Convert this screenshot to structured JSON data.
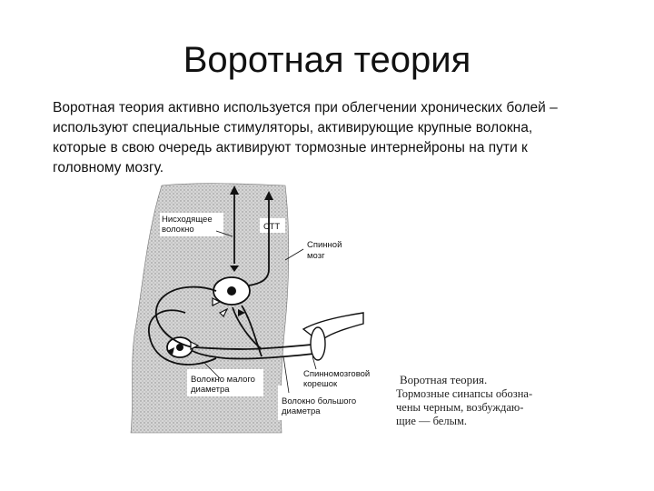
{
  "slide": {
    "title": "Воротная теория",
    "body_lines": [
      "Воротная теория активно используется при облегчении хронических болей –",
      "используют специальные стимуляторы, активирующие крупные волокна,",
      "которые в свою очередь активируют тормозные интернейроны на пути к",
      "головному мозгу."
    ]
  },
  "figure": {
    "labels": {
      "descending_1": "Нисходящее",
      "descending_2": "волокно",
      "stt": "СТТ",
      "cord_1": "Спинной",
      "cord_2": "мозг",
      "small_1": "Волокно малого",
      "small_2": "диаметра",
      "root_1": "Спинномозговой",
      "root_2": "корешок",
      "large_1": "Волокно большого",
      "large_2": "диаметра"
    },
    "caption": {
      "title": "Воротная теория.",
      "lines": [
        "Тормозные синапсы обозна-",
        "чены черным, возбуждаю-",
        "щие — белым."
      ]
    }
  }
}
